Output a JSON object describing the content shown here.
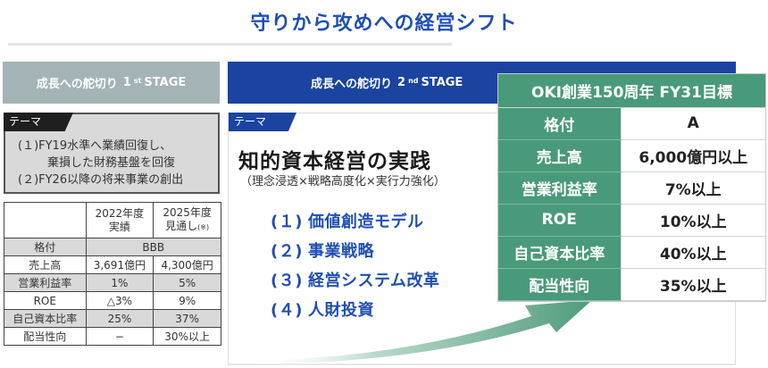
{
  "title": "守りから攻めへの経営シフト",
  "stage1": {
    "bar_label": "成長への舵切り",
    "stage_num": "1",
    "stage_sup": "st",
    "stage_word": "STAGE",
    "theme_tag": "テーマ",
    "theme_lines": [
      "(１)FY19水準へ業績回復し、",
      "棄損した財務基盤を回復",
      "(２)FY26以降の将来事業の創出"
    ],
    "table": {
      "headers": [
        "",
        "2022年度\n実績",
        "2025年度\n見通し"
      ],
      "header_col1_line1": "2022年度",
      "header_col1_line2": "実績",
      "header_col2_line1": "2025年度",
      "header_col2_line2": "見通し",
      "header_col2_note": "(※)",
      "rows": [
        {
          "label": "格付",
          "merged": "BBB"
        },
        {
          "label": "売上高",
          "v2022": "3,691億円",
          "v2025": "4,300億円"
        },
        {
          "label": "営業利益率",
          "v2022": "1%",
          "v2025": "5%"
        },
        {
          "label": "ROE",
          "v2022": "△3%",
          "v2025": "9%"
        },
        {
          "label": "自己資本比率",
          "v2022": "25%",
          "v2025": "37%"
        },
        {
          "label": "配当性向",
          "v2022": "−",
          "v2025": "30%以上"
        }
      ]
    }
  },
  "stage2": {
    "bar_label": "成長への舵切り",
    "stage_num": "2",
    "stage_sup": "nd",
    "stage_word": "STAGE",
    "theme_tag": "テーマ",
    "main_theme": "知的資本経営の実践",
    "sub_theme": "（理念浸透×戦略高度化×実行力強化）",
    "pillars": [
      {
        "num": "(１)",
        "label": "価値創造モデル"
      },
      {
        "num": "(２)",
        "label": "事業戦略"
      },
      {
        "num": "(３)",
        "label": "経営システム改革"
      },
      {
        "num": "(４)",
        "label": "人財投資"
      }
    ]
  },
  "target": {
    "title": "OKI創業150周年 FY31目標",
    "rows": [
      {
        "label": "格付",
        "value": "A"
      },
      {
        "label": "売上高",
        "value": "6,000億円以上"
      },
      {
        "label": "営業利益率",
        "value": "7%以上"
      },
      {
        "label": "ROE",
        "value": "10%以上"
      },
      {
        "label": "自己資本比率",
        "value": "40%以上"
      },
      {
        "label": "配当性向",
        "value": "35%以上"
      }
    ]
  },
  "colors": {
    "title_blue": "#1f4fb4",
    "stage1_gray": "#a4b3b6",
    "stage2_navy": "#1a44a0",
    "target_green": "#499a7a"
  }
}
